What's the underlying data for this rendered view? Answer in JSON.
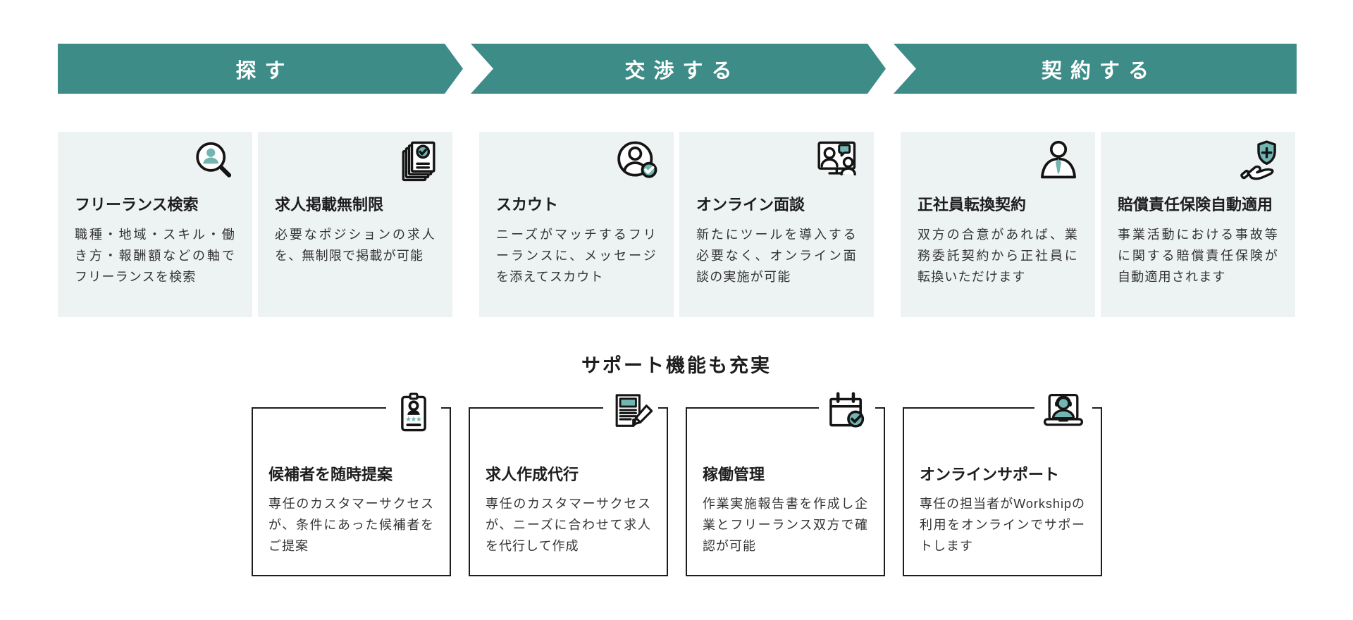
{
  "colors": {
    "banner_teal": "#3d8c87",
    "icon_teal": "#72b5b1",
    "feature_card_bg": "#edf3f2",
    "card_border": "#1d1d1d",
    "body_text": "#333333"
  },
  "process_banners": [
    {
      "label": "探す"
    },
    {
      "label": "交渉する"
    },
    {
      "label": "契約する"
    }
  ],
  "feature_cards": [
    {
      "group": "探す",
      "icon": "search-user-icon",
      "title": "フリーランス検索",
      "body": "職種・地域・スキル・働き方・報酬額などの軸でフリーランスを検索"
    },
    {
      "group": "探す",
      "icon": "job-postings-stack-icon",
      "title": "求人掲載無制限",
      "body": "必要なポジションの求人を、無制限で掲載が可能"
    },
    {
      "group": "交渉する",
      "icon": "user-check-icon",
      "title": "スカウト",
      "body": "ニーズがマッチするフリーランスに、メッセージを添えてスカウト"
    },
    {
      "group": "交渉する",
      "icon": "video-meeting-icon",
      "title": "オンライン面談",
      "body": "新たにツールを導入する必要なく、オンライン面談の実施が可能"
    },
    {
      "group": "契約する",
      "icon": "employee-tie-icon",
      "title": "正社員転換契約",
      "body": "双方の合意があれば、業務委託契約から正社員に転換いただけます"
    },
    {
      "group": "契約する",
      "icon": "insurance-shield-hand-icon",
      "title": "賠償責任保険自動適用",
      "body": "事業活動における事故等に関する賠償責任保険が自動適用されます"
    }
  ],
  "support_section": {
    "heading": "サポート機能も充実",
    "cards": [
      {
        "icon": "candidate-card-icon",
        "title": "候補者を随時提案",
        "body": "専任のカスタマーサクセスが、条件にあった候補者をご提案"
      },
      {
        "icon": "document-pencil-icon",
        "title": "求人作成代行",
        "body": "専任のカスタマーサクセスが、ニーズに合わせて求人を代行して作成"
      },
      {
        "icon": "calendar-check-icon",
        "title": "稼働管理",
        "body": "作業実施報告書を作成し企業とフリーランス双方で確認が可能"
      },
      {
        "icon": "laptop-support-icon",
        "title": "オンラインサポート",
        "body": "専任の担当者がWorkshipの利用をオンラインでサポートします"
      }
    ]
  }
}
